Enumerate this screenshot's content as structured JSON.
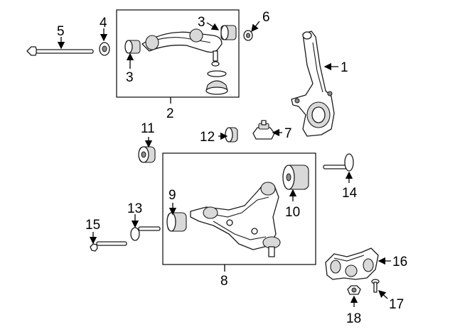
{
  "callouts": [
    "1",
    "2",
    "3",
    "3",
    "4",
    "5",
    "6",
    "7",
    "8",
    "9",
    "10",
    "11",
    "12",
    "13",
    "14",
    "15",
    "16",
    "17",
    "18"
  ]
}
